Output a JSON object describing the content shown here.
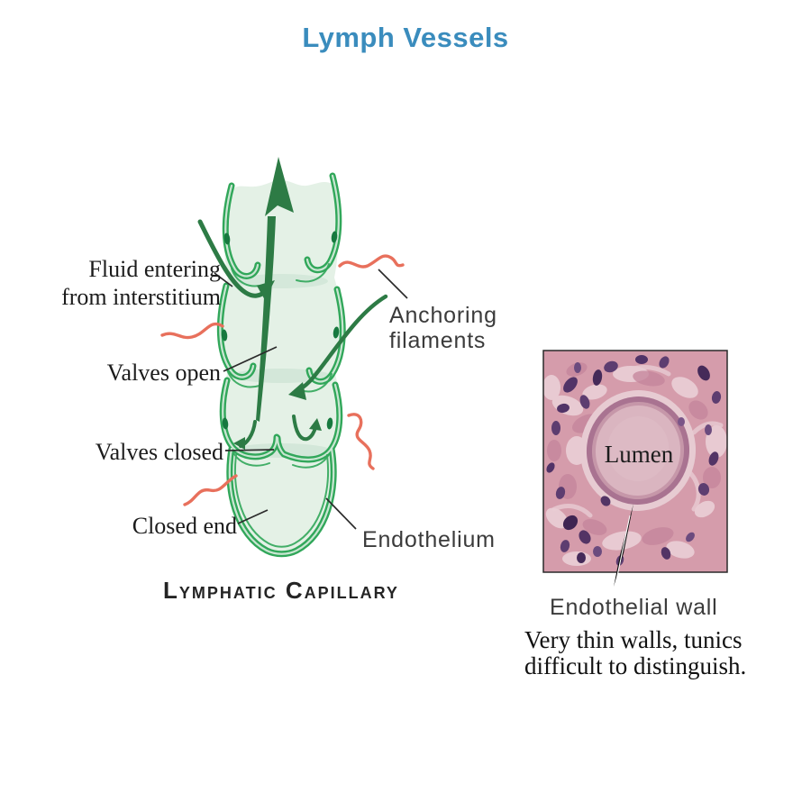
{
  "title": "Lymph Vessels",
  "title_color": "#3a8cbd",
  "capillary": {
    "caption": "Lymphatic Capillary",
    "labels": {
      "fluid_line1": "Fluid entering",
      "fluid_line2": "from interstitium",
      "valves_open": "Valves open",
      "valves_closed": "Valves closed",
      "closed_end": "Closed end",
      "anchoring_line1": "Anchoring",
      "anchoring_line2": "filaments",
      "endothelium": "Endothelium"
    },
    "colors": {
      "vessel_wall": "#31a75a",
      "vessel_fill": "#e4f1e6",
      "flow_arrow": "#2d7b45",
      "anchoring_filament": "#e8705c"
    }
  },
  "micrograph": {
    "lumen_label": "Lumen",
    "caption": "Endothelial wall",
    "note_line1": "Very thin walls, tunics",
    "note_line2": "difficult to distinguish.",
    "colors": {
      "tissue": "#d59cab",
      "nuclei": "#553768",
      "lumen": "#dab5c0"
    }
  }
}
